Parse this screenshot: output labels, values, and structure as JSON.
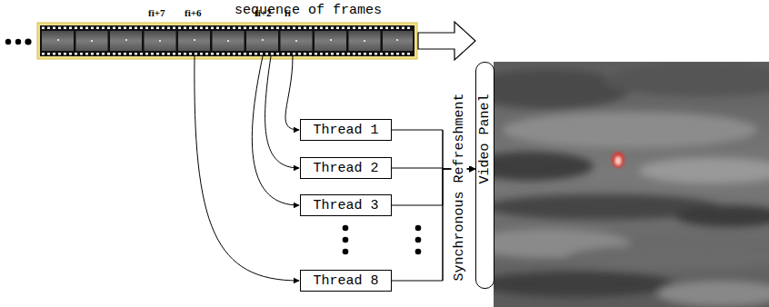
{
  "diagram": {
    "nodes": [
      {
        "text": [
          "Thread 1"
        ]
      },
      {
        "text": [
          "Thread 2"
        ]
      },
      {
        "text": [
          "Thread 3"
        ]
      },
      {
        "text": [
          "Thread 8"
        ]
      },
      {
        "text": [
          "Video Panel"
        ]
      }
    ],
    "edges": [
      {
        "from": 0,
        "to": 4,
        "arrow": "to"
      },
      {
        "from": 1,
        "to": 4,
        "arrow": "to"
      },
      {
        "from": 2,
        "to": 4,
        "arrow": "to"
      },
      {
        "from": 3,
        "to": 4,
        "arrow": "to"
      }
    ],
    "labels": [
      "sequence of frames",
      "fi+7",
      "fi+6",
      "fi+2",
      "fi",
      "Synchronous Refreshment"
    ]
  }
}
